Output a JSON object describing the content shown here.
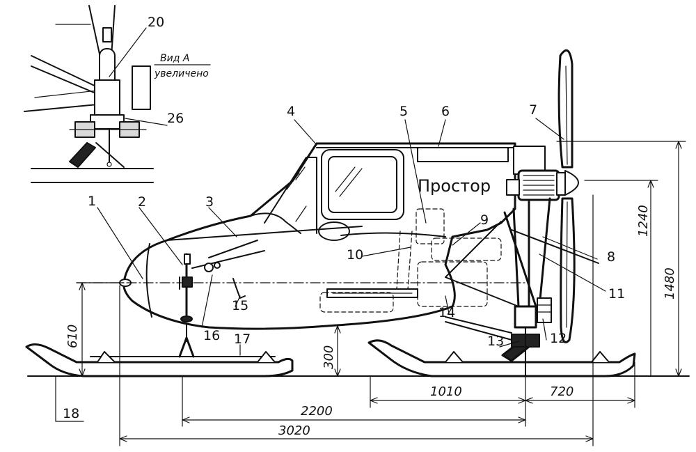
{
  "callouts": [
    "1",
    "2",
    "3",
    "4",
    "5",
    "6",
    "7",
    "8",
    "9",
    "10",
    "11",
    "12",
    "13",
    "14",
    "15",
    "16",
    "17",
    "18",
    "20",
    "26"
  ],
  "brand_text": "Простор",
  "inset": {
    "title": "Вид А",
    "subtitle": "увеличено"
  },
  "dimensions": {
    "height_total": "1480",
    "height_prop_axis": "1240",
    "height_nose": "610",
    "clearance": "300",
    "ski_front": "1010",
    "ski_rear": "720",
    "wheelbase": "2200",
    "overall_length": "3020"
  },
  "colors": {
    "ink": "#111111",
    "background": "#ffffff"
  }
}
